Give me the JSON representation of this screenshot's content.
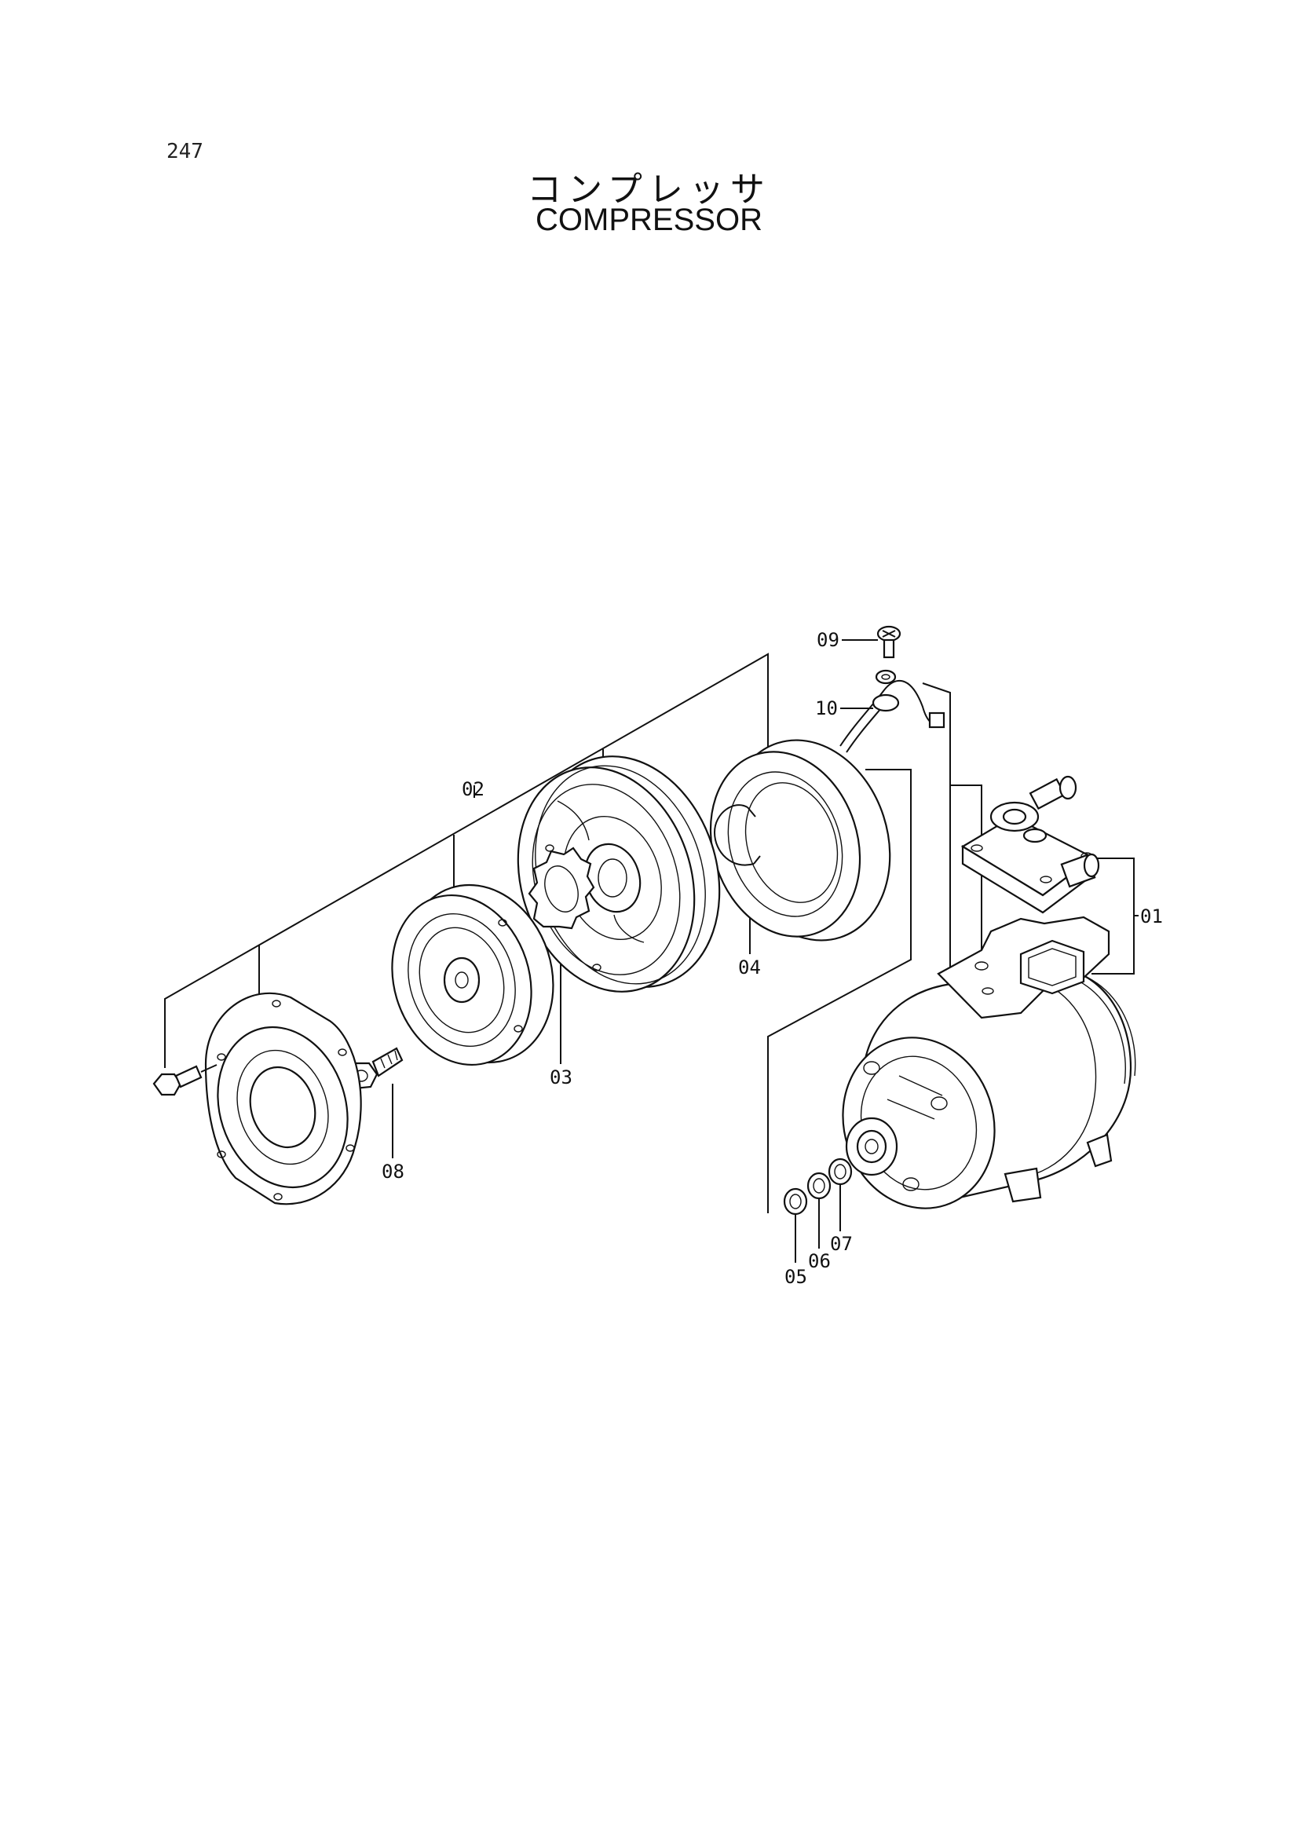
{
  "page": {
    "number": "247"
  },
  "title": {
    "japanese": "コンプレッサ",
    "english": "COMPRESSOR"
  },
  "callouts": {
    "c01": "01",
    "c02": "02",
    "c03": "03",
    "c04": "04",
    "c05": "05",
    "c06": "06",
    "c07": "07",
    "c08": "08",
    "c09": "09",
    "c10": "10"
  }
}
